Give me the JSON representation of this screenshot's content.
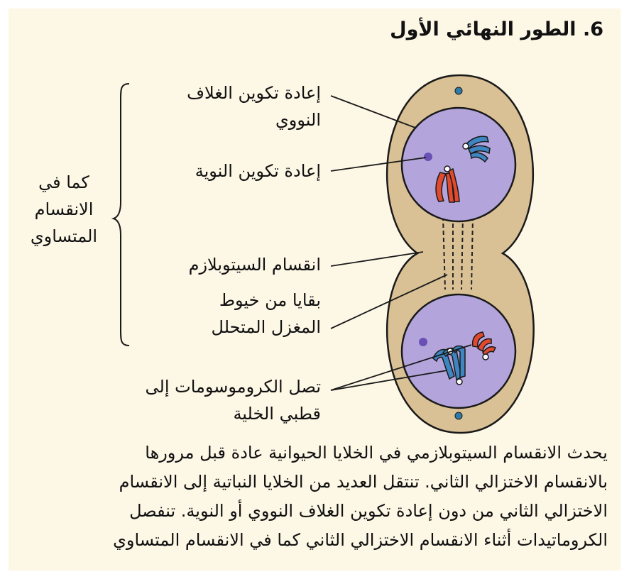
{
  "title": "6. الطور النهائي الأول",
  "labels": {
    "nuclear_envelope": [
      "إعادة تكوين الغلاف",
      "النووي"
    ],
    "nucleolus": "إعادة تكوين النوية",
    "cytokinesis": "انقسام السيتوبلازم",
    "spindle_remnants": [
      "بقايا من خيوط",
      "المغزل المتحلل"
    ],
    "chromosomes_poles": [
      "تصل الكروموسومات إلى",
      "قطبي الخلية"
    ]
  },
  "side_label": [
    "كما في",
    "الانقسام",
    "المتساوي"
  ],
  "paragraph": [
    "يحدث الانقسام السيتوبلازمي في الخلايا الحيوانية عادة قبل مرورها",
    "بالانقسام الاختزالي الثاني. تنتقل العديد من الخلايا النباتية إلى الانقسام",
    "الاختزالي الثاني من دون إعادة تكوين الغلاف النووي أو النوية. تنفصل",
    "الكروماتيدات أثناء الانقسام الاختزالي الثاني كما في الانقسام المتساوي"
  ],
  "colors": {
    "cytoplasm": "#d9c195",
    "nucleus": "#b3a5db",
    "chromosome_red": "#e24a2e",
    "chromosome_blue": "#3d86c2",
    "centriole": "#2f7ba8",
    "nucleolus": "#6a50b5"
  }
}
